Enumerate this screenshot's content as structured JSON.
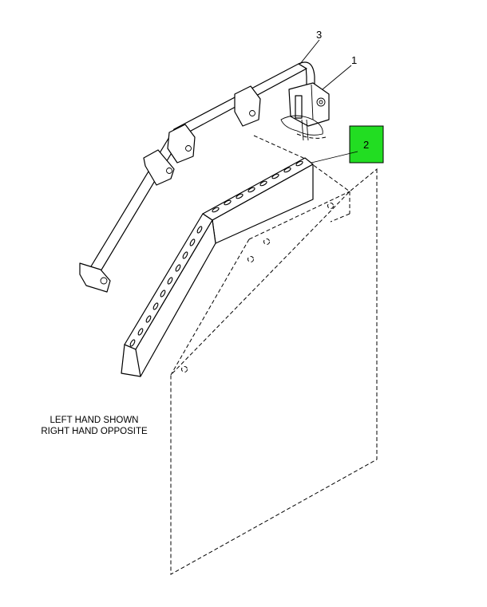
{
  "callouts": {
    "c1": "1",
    "c2": "2",
    "c3": "3"
  },
  "note": {
    "line1": "LEFT HAND SHOWN",
    "line2": "RIGHT HAND OPPOSITE"
  },
  "colors": {
    "highlight": "#22dd22",
    "line": "#000000"
  }
}
